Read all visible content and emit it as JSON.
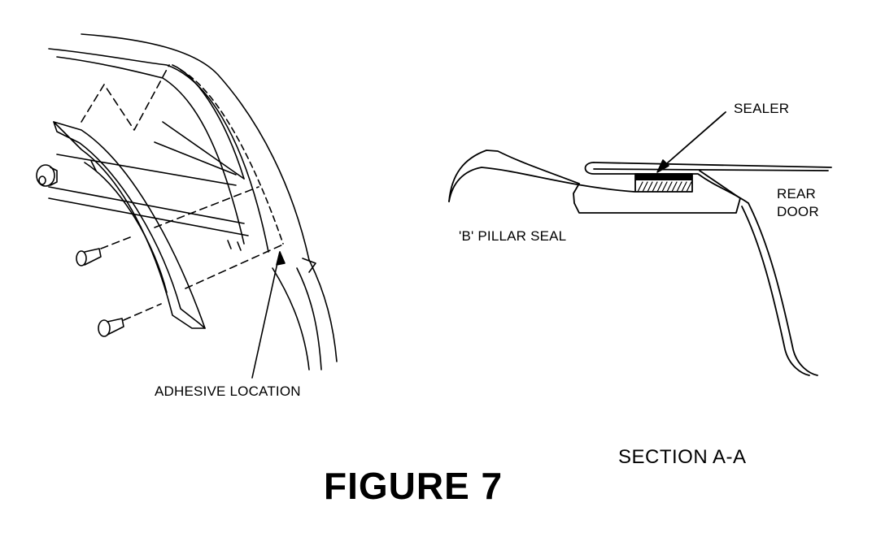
{
  "labels": {
    "sealer": "SEALER",
    "rear_door": "REAR\nDOOR",
    "b_pillar_seal": "'B' PILLAR SEAL",
    "adhesive_location": "ADHESIVE LOCATION",
    "section": "SECTION  A-A",
    "figure": "FIGURE 7"
  },
  "colors": {
    "ink": "#000000",
    "background": "#ffffff"
  }
}
